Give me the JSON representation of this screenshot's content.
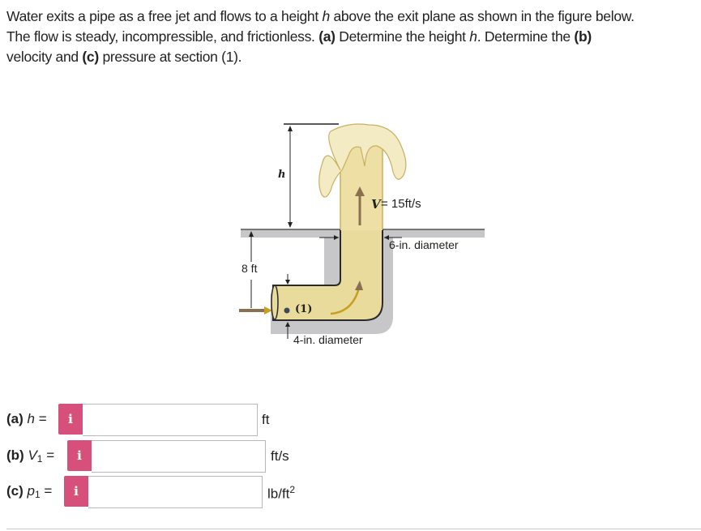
{
  "question": {
    "line1_a": "Water exits a pipe as a free jet and flows to a height ",
    "line1_h": "h",
    "line1_b": " above the exit plane as shown in the figure below.",
    "line2_a": "The flow is steady, incompressible, and frictionless. ",
    "part_a_tag": "(a)",
    "line2_b": " Determine the height ",
    "line2_h": "h",
    "line2_c": ". Determine the ",
    "part_b_tag": "(b)",
    "line3_a": "velocity and ",
    "part_c_tag": "(c)",
    "line3_b": " pressure at section (1)."
  },
  "figure": {
    "height_label": "h",
    "velocity_label_var": "V",
    "velocity_label_value": "= 15ft/s",
    "outlet_diameter": "6-in. diameter",
    "drop_label": "8 ft",
    "section_label": "(1)",
    "inlet_diameter": "4-in. diameter",
    "colors": {
      "water": "#e9db9c",
      "water_light": "#f3ebc4",
      "pipe_outline": "#2a2a2a",
      "ground": "#c7c7c9",
      "arrow_brown": "#8a7050",
      "flow_arrow": "#c8a020"
    }
  },
  "answers": [
    {
      "tag": "(a)",
      "var": "h",
      "sub": "",
      "eq": " =",
      "value": "",
      "unit": "ft",
      "unit_sup": ""
    },
    {
      "tag": "(b)",
      "var": "V",
      "sub": "1",
      "eq": " =",
      "value": "",
      "unit": "ft/s",
      "unit_sup": ""
    },
    {
      "tag": "(c)",
      "var": "p",
      "sub": "1",
      "eq": " =",
      "value": "",
      "unit": "lb/ft",
      "unit_sup": "2"
    }
  ],
  "info_icon_glyph": "i",
  "colors": {
    "info_button": "#d6507b",
    "input_border": "#b8b8b8",
    "divider": "#c8c8c8"
  }
}
